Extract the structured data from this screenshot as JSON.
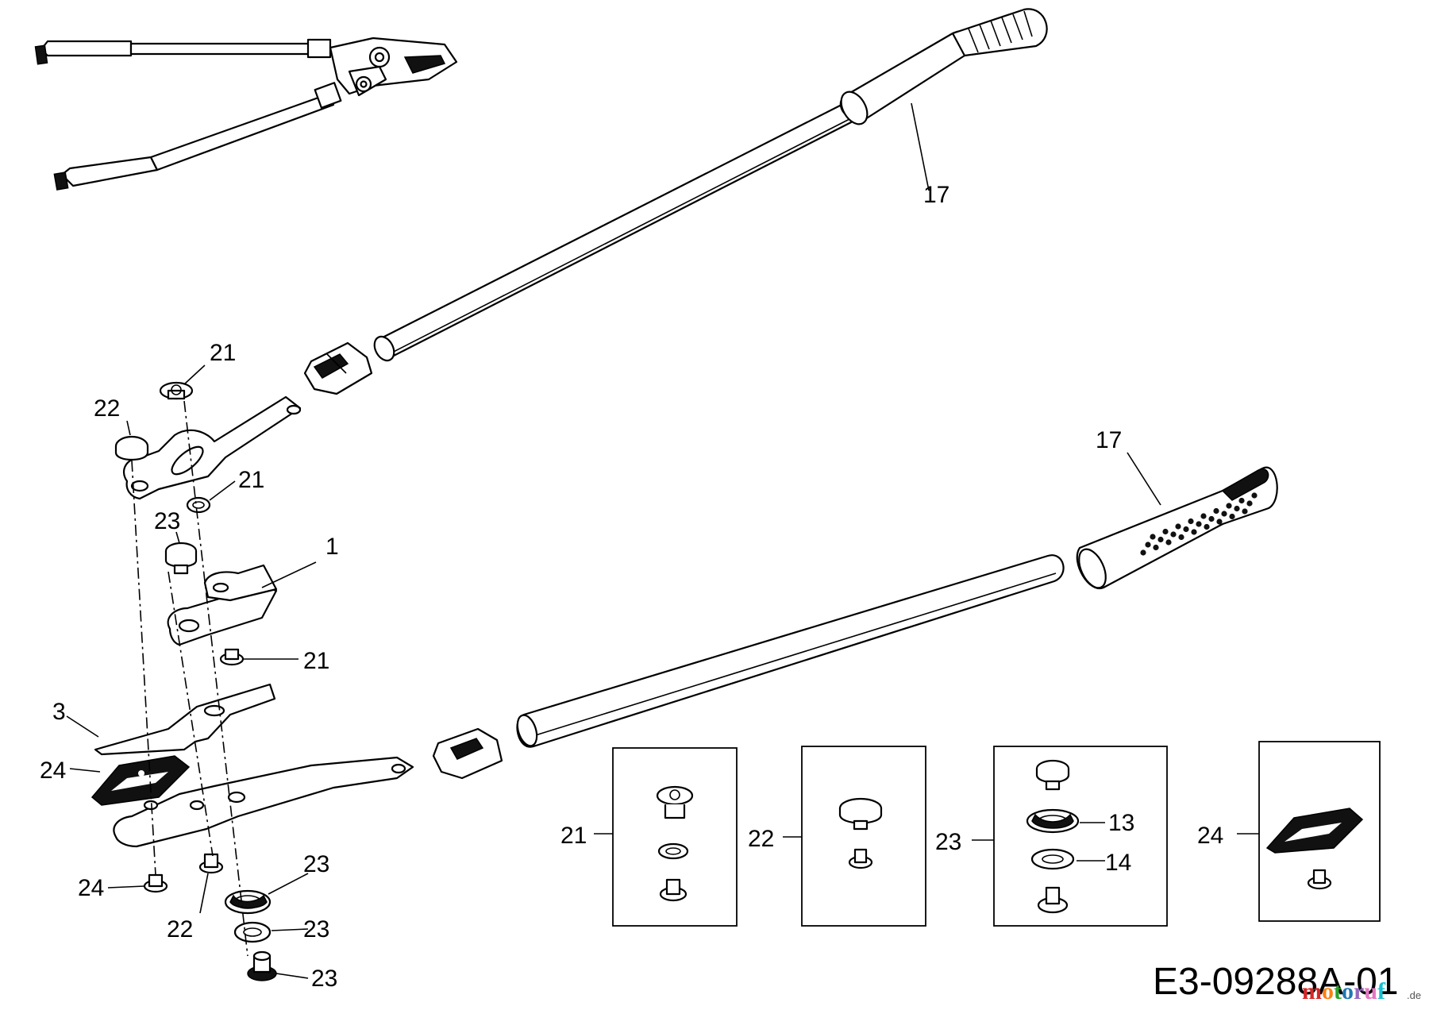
{
  "drawing_code": "E3-09288A-01",
  "watermark": {
    "brand": "motoruf",
    "suffix": ".de",
    "colors": [
      "#d62728",
      "#ff7f0e",
      "#2ca02c",
      "#1f77b4",
      "#9467bd",
      "#e377c2",
      "#17becf"
    ]
  },
  "callouts": {
    "grip_upper": "17",
    "grip_lower": "17",
    "bolt_top": "21",
    "washer_top": "21",
    "nut_top": "21",
    "cap_top": "22",
    "cap_lower": "22",
    "bushing": "23",
    "pivot_washer": "23",
    "pivot_ring": "23",
    "pivot_bolt": "23",
    "anvil": "1",
    "blade": "3",
    "bumper": "24",
    "bumper_screw": "24"
  },
  "detail_boxes": [
    {
      "label": "21",
      "sublabels": []
    },
    {
      "label": "22",
      "sublabels": []
    },
    {
      "label": "23",
      "sublabels": [
        "13",
        "14"
      ]
    },
    {
      "label": "24",
      "sublabels": []
    }
  ]
}
